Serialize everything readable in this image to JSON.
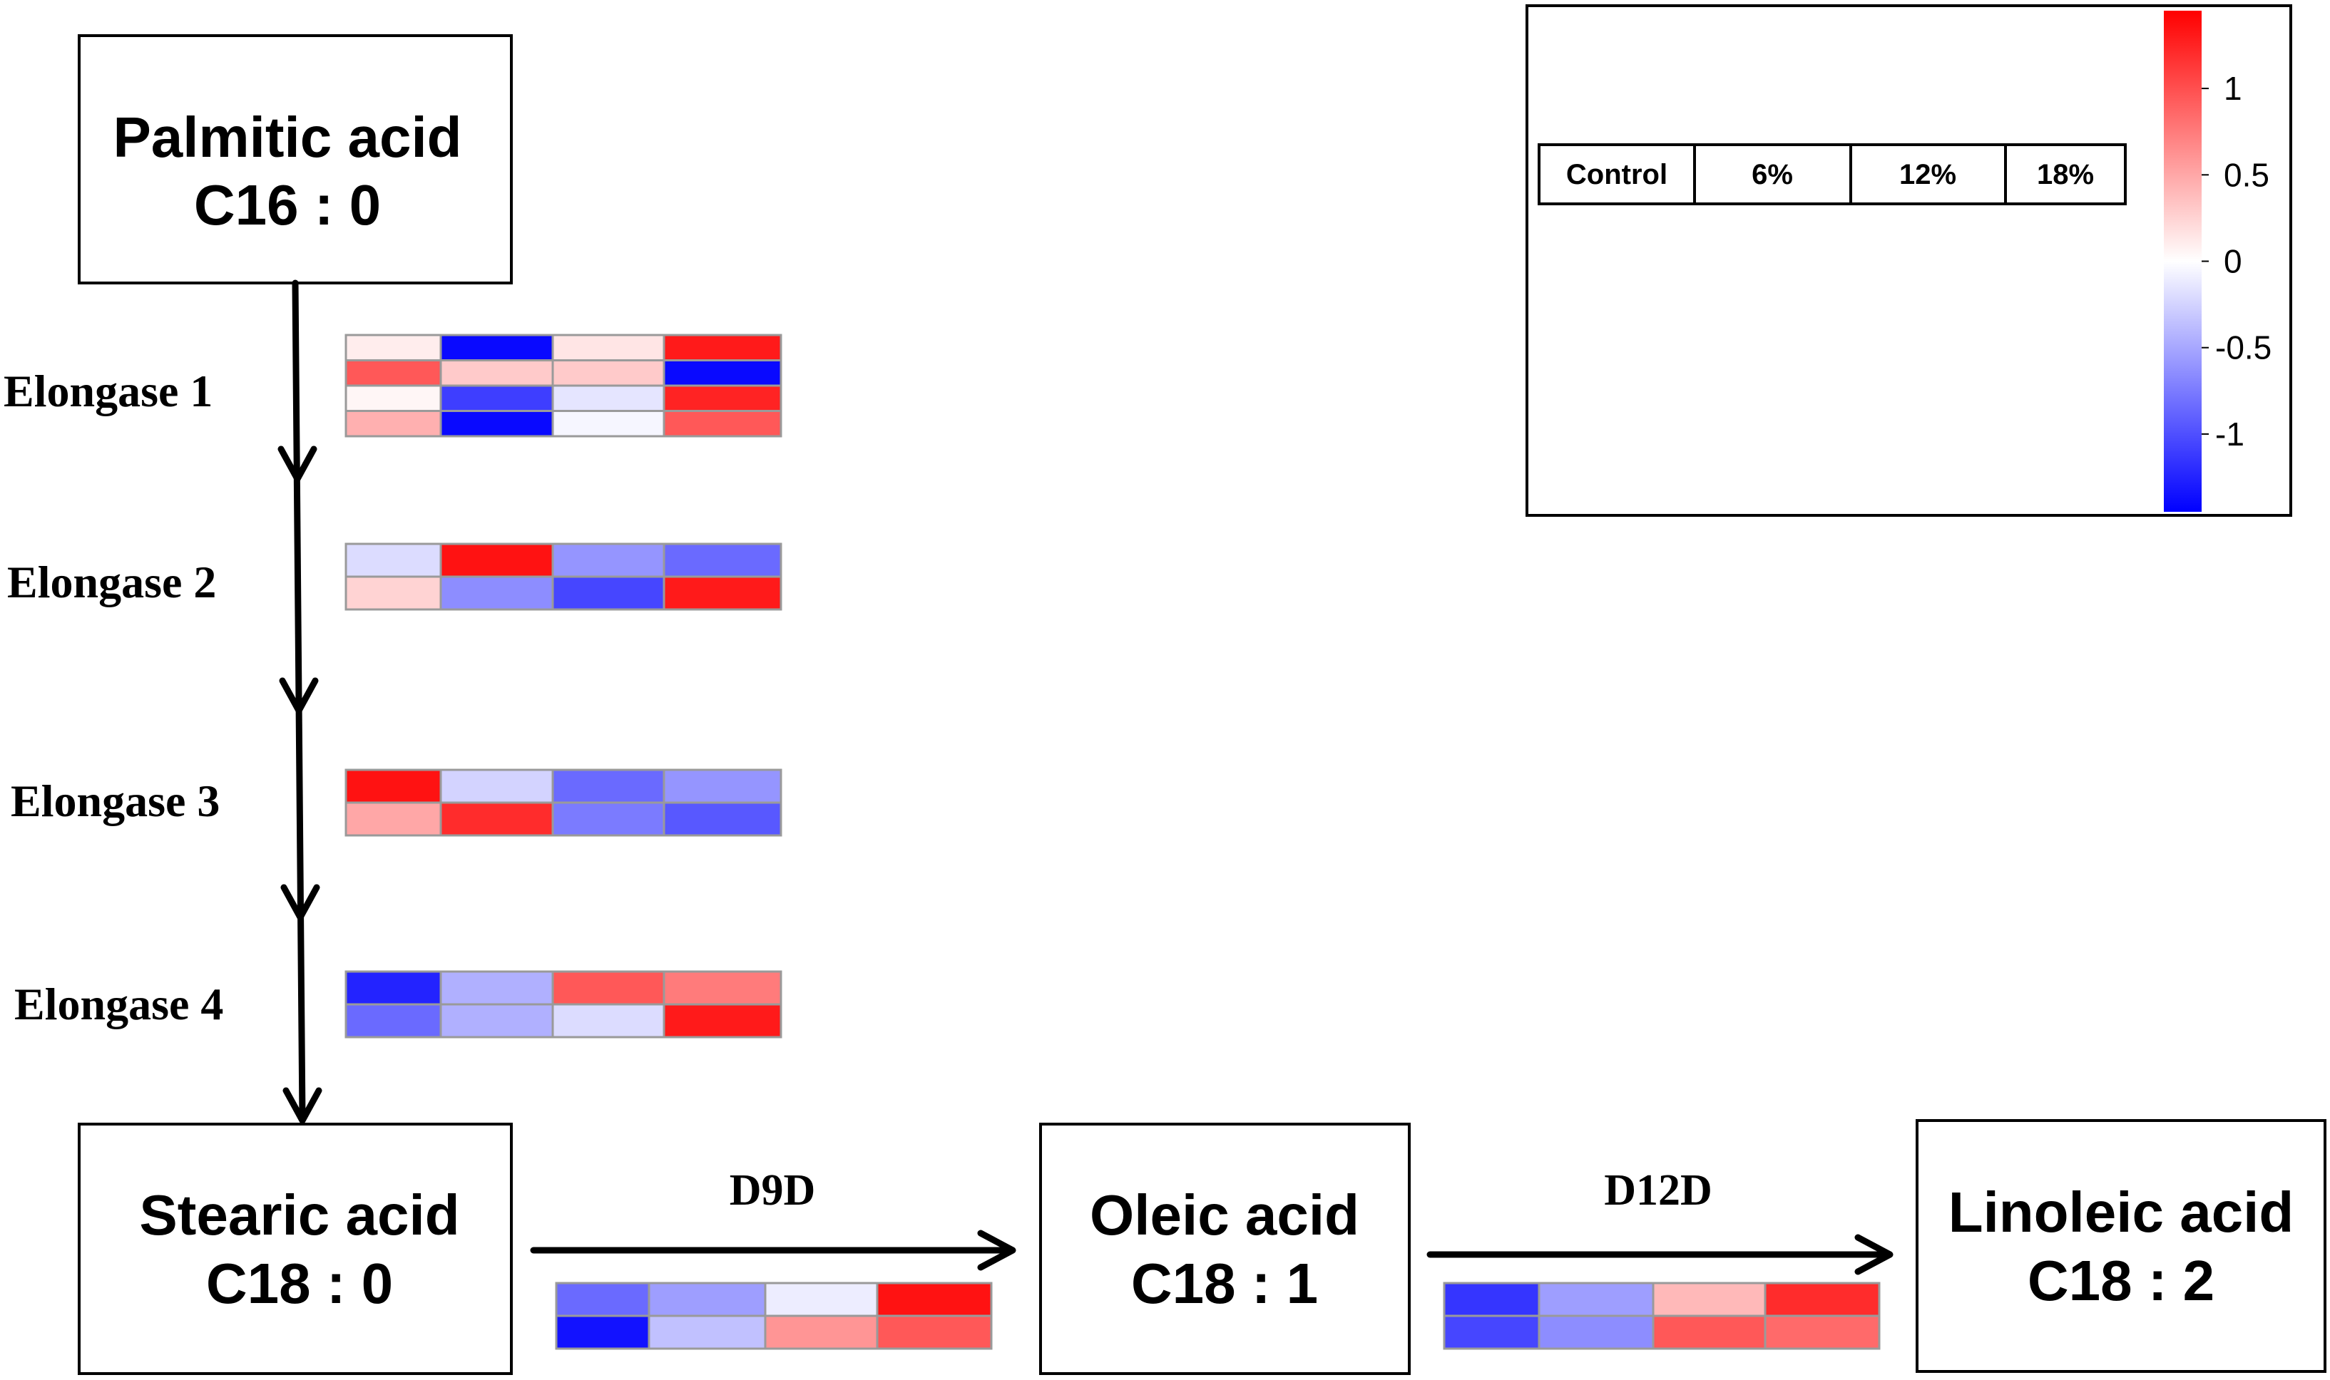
{
  "nodes": {
    "palmitic": {
      "name": "Palmitic acid",
      "formula": "C16 : 0"
    },
    "stearic": {
      "name": "Stearic acid",
      "formula": "C18 : 0"
    },
    "oleic": {
      "name": "Oleic acid",
      "formula": "C18 : 1"
    },
    "linoleic": {
      "name": "Linoleic acid",
      "formula": "C18 : 2"
    }
  },
  "enzymes": {
    "elongase1": "Elongase 1",
    "elongase2": "Elongase 2",
    "elongase3": "Elongase 3",
    "elongase4": "Elongase 4",
    "d9d": "D9D",
    "d12d": "D12D"
  },
  "legend": {
    "columns": [
      "Control",
      "6%",
      "12%",
      "18%"
    ],
    "colorbar_ticks": [
      "1",
      "0.5",
      "0",
      "-0.5",
      "-1"
    ],
    "colorbar_range": [
      -1.45,
      1.45
    ],
    "colors": {
      "low": "#0000ff",
      "mid": "#ffffff",
      "high": "#ff0000"
    }
  },
  "heatmaps": {
    "elongase1": [
      [
        0.1,
        -1.4,
        0.15,
        1.3
      ],
      [
        0.95,
        0.3,
        0.3,
        -1.4
      ],
      [
        0.05,
        -1.1,
        -0.15,
        1.25
      ],
      [
        0.45,
        -1.4,
        -0.05,
        0.95
      ]
    ],
    "elongase2": [
      [
        -0.2,
        1.35,
        -0.6,
        -0.85
      ],
      [
        0.25,
        -0.65,
        -1.05,
        1.3
      ]
    ],
    "elongase3": [
      [
        1.35,
        -0.25,
        -0.85,
        -0.6
      ],
      [
        0.5,
        1.2,
        -0.75,
        -0.95
      ]
    ],
    "elongase4": [
      [
        -1.25,
        -0.45,
        0.95,
        0.75
      ],
      [
        -0.85,
        -0.45,
        -0.2,
        1.3
      ]
    ],
    "d9d": [
      [
        -0.85,
        -0.55,
        -0.1,
        1.35
      ],
      [
        -1.35,
        -0.35,
        0.6,
        0.95
      ]
    ],
    "d12d": [
      [
        -1.15,
        -0.55,
        0.4,
        1.2
      ],
      [
        -1.05,
        -0.65,
        0.95,
        0.85
      ]
    ]
  }
}
